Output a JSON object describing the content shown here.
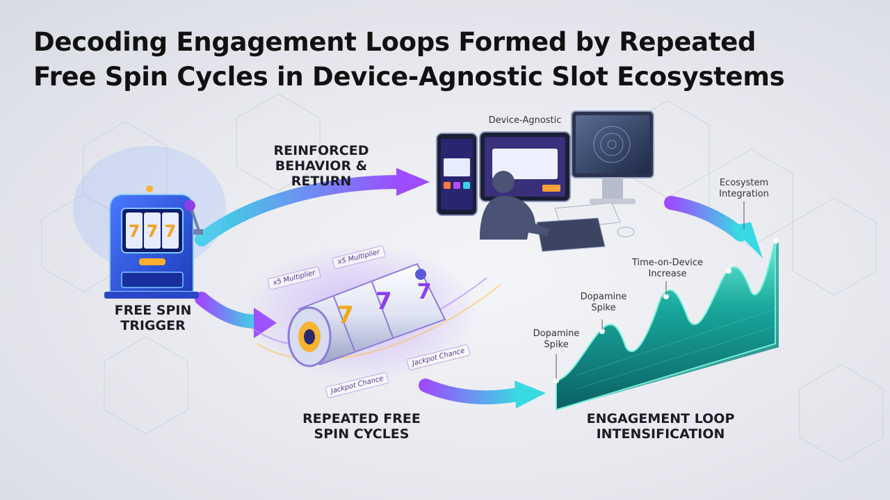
{
  "title": {
    "line1": "Decoding Engagement Loops Formed by Repeated",
    "line2": "Free Spin Cycles in Device-Agnostic Slot Ecosystems"
  },
  "stages": {
    "trigger": {
      "line1": "FREE SPIN",
      "line2": "TRIGGER"
    },
    "cycles": {
      "line1": "REPEATED FREE",
      "line2": "SPIN CYCLES"
    },
    "reinforced": {
      "line1": "REINFORCED",
      "line2": "BEHAVIOR &",
      "line3": "RETURN"
    },
    "intensification": {
      "line1": "ENGAGEMENT LOOP",
      "line2": "INTENSIFICATION"
    }
  },
  "device_label": "Device-Agnostic",
  "reel_symbol": "7",
  "reel_tags": {
    "multiplier_a": "x5 Multiplier",
    "multiplier_b": "x5 Multiplier",
    "jackpot_a": "Jackpot Chance",
    "jackpot_b": "Jackpot Chance"
  },
  "graph_annotations": {
    "dopamine_1": {
      "line1": "Dopamine",
      "line2": "Spike"
    },
    "dopamine_2": {
      "line1": "Dopamine",
      "line2": "Spike"
    },
    "time_on_device": {
      "line1": "Time-on-Device",
      "line2": "Increase"
    },
    "ecosystem": {
      "line1": "Ecosystem",
      "line2": "Integration"
    }
  },
  "colors": {
    "arrow_cyan": "#3fd6e0",
    "arrow_purple": "#9a4dff",
    "wave_teal": "#1aa39a",
    "wave_dark": "#0d6f70",
    "slot_blue": "#2f5de0",
    "title": "#111111"
  }
}
